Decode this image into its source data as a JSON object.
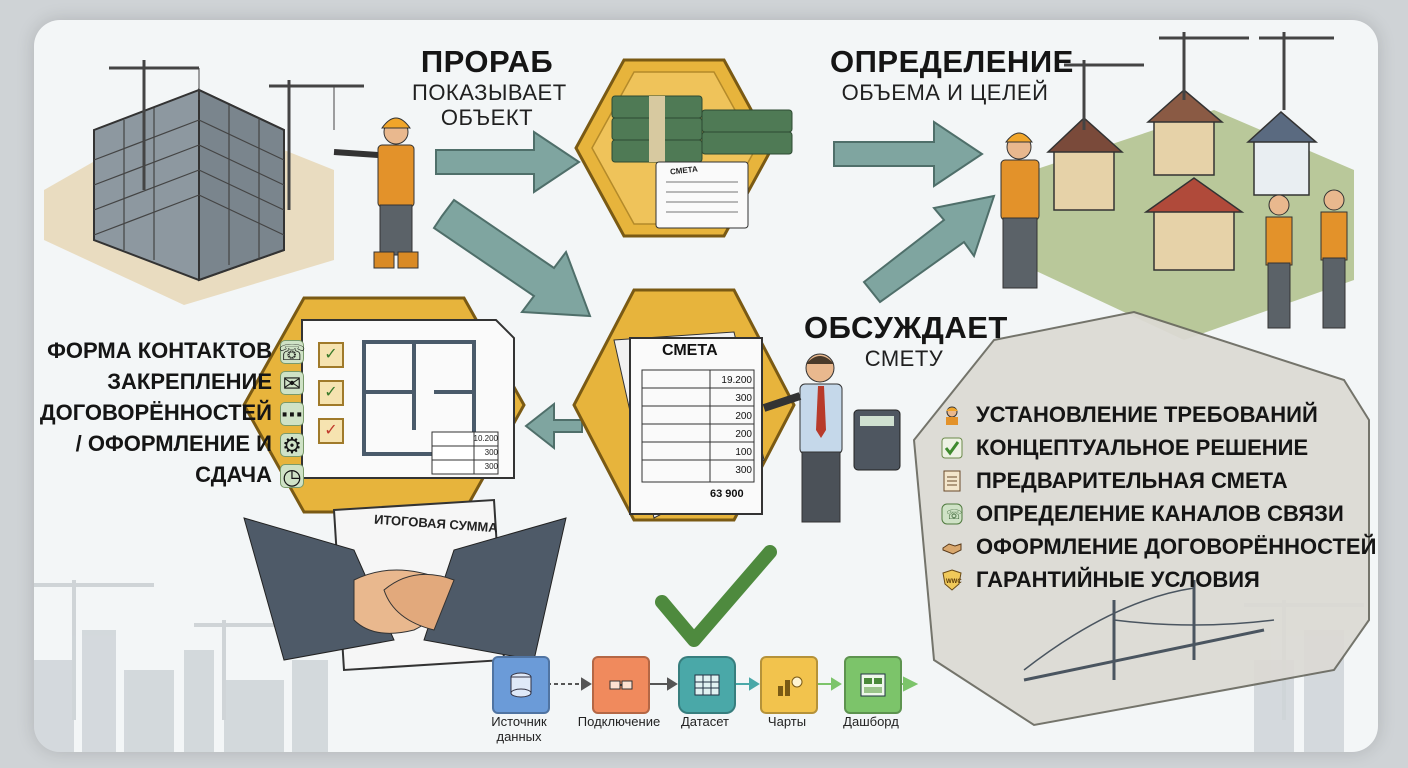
{
  "foreman": {
    "title": "ПРОРАБ",
    "subtitle_1": "ПОКАЗЫВАЕТ",
    "subtitle_2": "ОБЪЕКТ"
  },
  "definition": {
    "title": "ОПРЕДЕЛЕНИЕ",
    "subtitle": "ОБЪЕМА И ЦЕЛЕЙ"
  },
  "discuss": {
    "title": "ОБСУЖДАЕТ",
    "subtitle": "СМЕТУ"
  },
  "left_list": {
    "items": [
      "ФОРМА КОНТАКТОВ",
      "ЗАКРЕПЛЕНИЕ",
      "ДОГОВОРЁННОСТЕЙ",
      "/ ОФОРМЛЕНИЕ И",
      "СДАЧА"
    ]
  },
  "estimate": {
    "header": "СМЕТА",
    "rows": [
      "19.200",
      "300",
      "200",
      "200",
      "100",
      "300"
    ],
    "total": "63 900"
  },
  "plan": {
    "values": [
      "10.200",
      "300",
      "300"
    ]
  },
  "money_doc": {
    "label": "СМЕТА"
  },
  "final_doc": {
    "label": "ИТОГОВАЯ СУММА"
  },
  "requirements": {
    "items": [
      {
        "label": "УСТАНОВЛЕНИЕ ТРЕБОВАНИЙ",
        "icon": "worker-icon"
      },
      {
        "label": "КОНЦЕПТУАЛЬНОЕ РЕШЕНИЕ",
        "icon": "checkmark-icon"
      },
      {
        "label": "ПРЕДВАРИТЕЛЬНАЯ СМЕТА",
        "icon": "document-icon"
      },
      {
        "label": "ОПРЕДЕЛЕНИЕ КАНАЛОВ СВЯЗИ",
        "icon": "phone-icon"
      },
      {
        "label": "ОФОРМЛЕНИЕ ДОГОВОРЁННОСТЕЙ",
        "icon": "handshake-icon"
      },
      {
        "label": "ГАРАНТИЙНЫЕ УСЛОВИЯ",
        "icon": "shield-icon"
      }
    ],
    "shield_text": "WWC"
  },
  "pipeline": {
    "steps": [
      {
        "label": "Источник данных",
        "color": "#6b9bd8",
        "icon": "database-icon"
      },
      {
        "label": "Подключение",
        "color": "#f08a5d",
        "icon": "plug-icon"
      },
      {
        "label": "Датасет",
        "color": "#4aa8a8",
        "icon": "table-icon"
      },
      {
        "label": "Чарты",
        "color": "#f2c34d",
        "icon": "chart-icon"
      },
      {
        "label": "Дашборд",
        "color": "#7cc46a",
        "icon": "dashboard-icon"
      }
    ]
  },
  "colors": {
    "hexagon_gold": "#e7b43c",
    "arrow": "#7fa5a0",
    "requirements_panel": "#dcdad4"
  }
}
